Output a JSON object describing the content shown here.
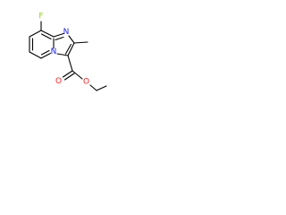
{
  "molecule": {
    "atoms": {
      "fluorine": {
        "symbol": "F",
        "color": "#9acd32"
      },
      "imidazole_nitrogen": {
        "symbol": "N",
        "color": "#2020ff"
      },
      "bridgehead_nitrogen": {
        "symbol": "N",
        "color": "#2020ff"
      },
      "carbonyl_oxygen": {
        "symbol": "O",
        "color": "#ff2020"
      },
      "ester_oxygen": {
        "symbol": "O",
        "color": "#ff2020"
      }
    },
    "bond_color": "#000000"
  }
}
